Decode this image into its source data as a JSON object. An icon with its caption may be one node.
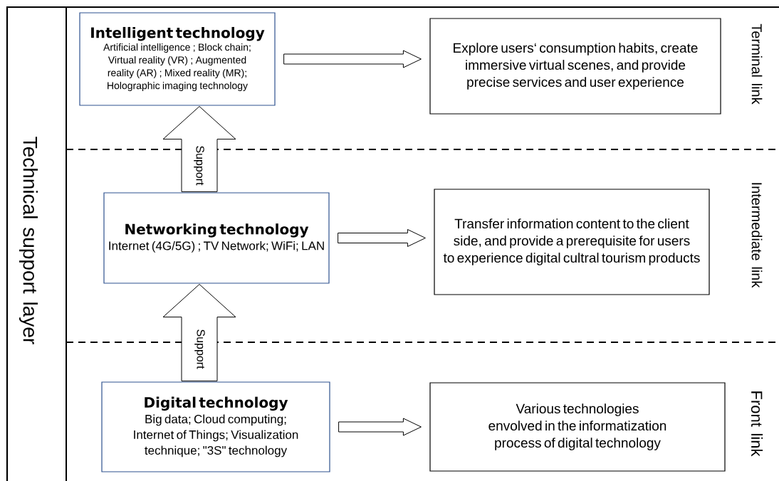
{
  "diagram": {
    "nodes": [
      {
        "text": [
          "Intelligent technology",
          "Artificial intelligence ; Block chain; Virtual reality (VR) ; Augmented reality (AR) ; Mixed reality (MR); Holographic imaging technology"
        ]
      },
      {
        "text": [
          "Explore users‘ consumption habits, create immersive virtual scenes, and provide precise services and user experience"
        ]
      },
      {
        "text": [
          "Networking technology",
          "Internet (4G/5G) ; TV Network; WiFi; LAN"
        ]
      },
      {
        "text": [
          "Transfer information content to the client side, and provide a prerequisite for users to experience digital cultral tourism products"
        ]
      },
      {
        "text": [
          "Digital technology",
          "Big data; Cloud computing; Internet of Things; Visualization technique; \"3S\" technology"
        ]
      },
      {
        "text": [
          "Various technologies envolved in the informatization process of digital technology"
        ]
      }
    ],
    "edges": [
      {
        "from": 0,
        "to": 1,
        "arrow": "to"
      },
      {
        "from": 2,
        "to": 3,
        "arrow": "to"
      },
      {
        "from": 4,
        "to": 5,
        "arrow": "to"
      },
      {
        "from": 4,
        "to": 2,
        "arrow": "to",
        "label": "Support"
      },
      {
        "from": 2,
        "to": 0,
        "arrow": "to",
        "label": "Support"
      }
    ],
    "labels": [
      "Technical support layer",
      "Terminal link",
      "Intermediate link",
      "Front link"
    ]
  }
}
